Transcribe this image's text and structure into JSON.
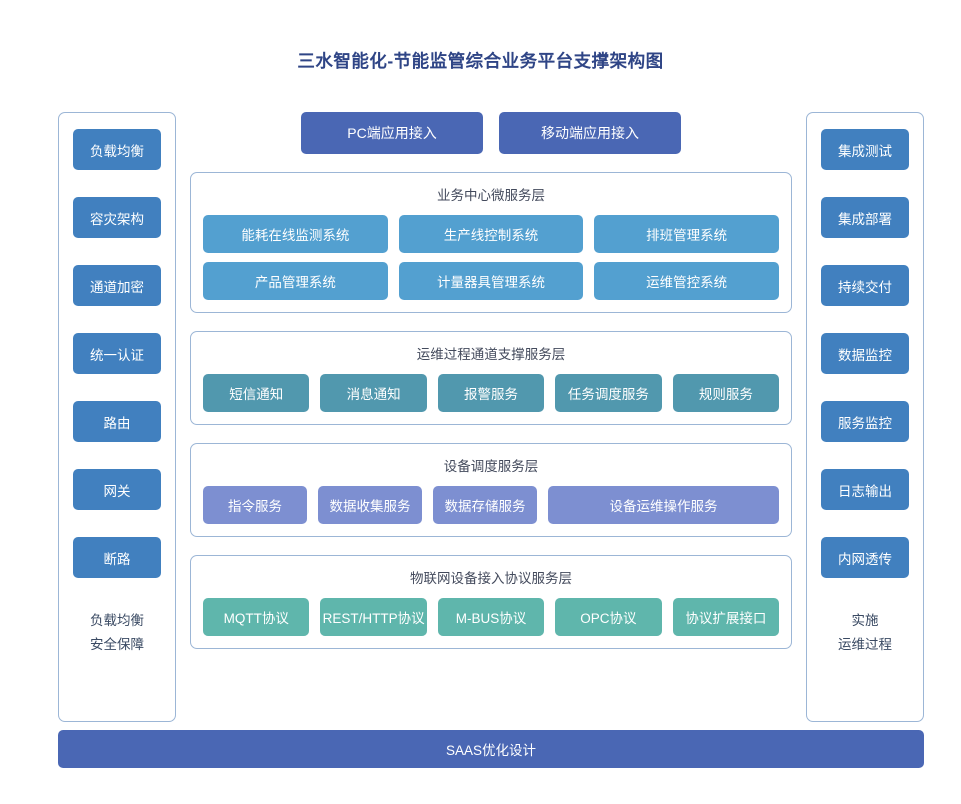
{
  "title": "三水智能化-节能监管综合业务平台支撑架构图",
  "colors": {
    "title": "#2f4586",
    "panel_border": "#9cb6d6",
    "side_chip": "#4180bf",
    "access_button": "#4a67b4",
    "business_node": "#53a0d0",
    "channel_node": "#5198ae",
    "device_node": "#7d8fd1",
    "iot_node": "#5fb6ac",
    "bottom_bar": "#4a67b4",
    "background": "#ffffff"
  },
  "access": {
    "buttons": [
      {
        "label": "PC端应用接入"
      },
      {
        "label": "移动端应用接入"
      }
    ]
  },
  "left_panel": {
    "items": [
      {
        "label": "负载均衡"
      },
      {
        "label": "容灾架构"
      },
      {
        "label": "通道加密"
      },
      {
        "label": "统一认证"
      },
      {
        "label": "路由"
      },
      {
        "label": "网关"
      },
      {
        "label": "断路"
      }
    ],
    "footer_line1": "负载均衡",
    "footer_line2": "安全保障"
  },
  "right_panel": {
    "items": [
      {
        "label": "集成测试"
      },
      {
        "label": "集成部署"
      },
      {
        "label": "持续交付"
      },
      {
        "label": "数据监控"
      },
      {
        "label": "服务监控"
      },
      {
        "label": "日志输出"
      },
      {
        "label": "内网透传"
      }
    ],
    "footer_line1": "实施",
    "footer_line2": "运维过程"
  },
  "layers": [
    {
      "title": "业务中心微服务层",
      "rows": [
        [
          {
            "label": "能耗在线监测系统"
          },
          {
            "label": "生产线控制系统"
          },
          {
            "label": "排班管理系统"
          }
        ],
        [
          {
            "label": "产品管理系统"
          },
          {
            "label": "计量器具管理系统"
          },
          {
            "label": "运维管控系统"
          }
        ]
      ]
    },
    {
      "title": "运维过程通道支撑服务层",
      "rows": [
        [
          {
            "label": "短信通知"
          },
          {
            "label": "消息通知"
          },
          {
            "label": "报警服务"
          },
          {
            "label": "任务调度服务"
          },
          {
            "label": "规则服务"
          }
        ]
      ]
    },
    {
      "title": "设备调度服务层",
      "rows": [
        [
          {
            "label": "指令服务"
          },
          {
            "label": "数据收集服务"
          },
          {
            "label": "数据存储服务"
          },
          {
            "label": "设备运维操作服务",
            "wide": true
          }
        ]
      ]
    },
    {
      "title": "物联网设备接入协议服务层",
      "rows": [
        [
          {
            "label": "MQTT协议"
          },
          {
            "label": "REST/HTTP协议"
          },
          {
            "label": "M-BUS协议"
          },
          {
            "label": "OPC协议"
          },
          {
            "label": "协议扩展接口"
          }
        ]
      ]
    }
  ],
  "bottom_bar": {
    "label": "SAAS优化设计"
  }
}
